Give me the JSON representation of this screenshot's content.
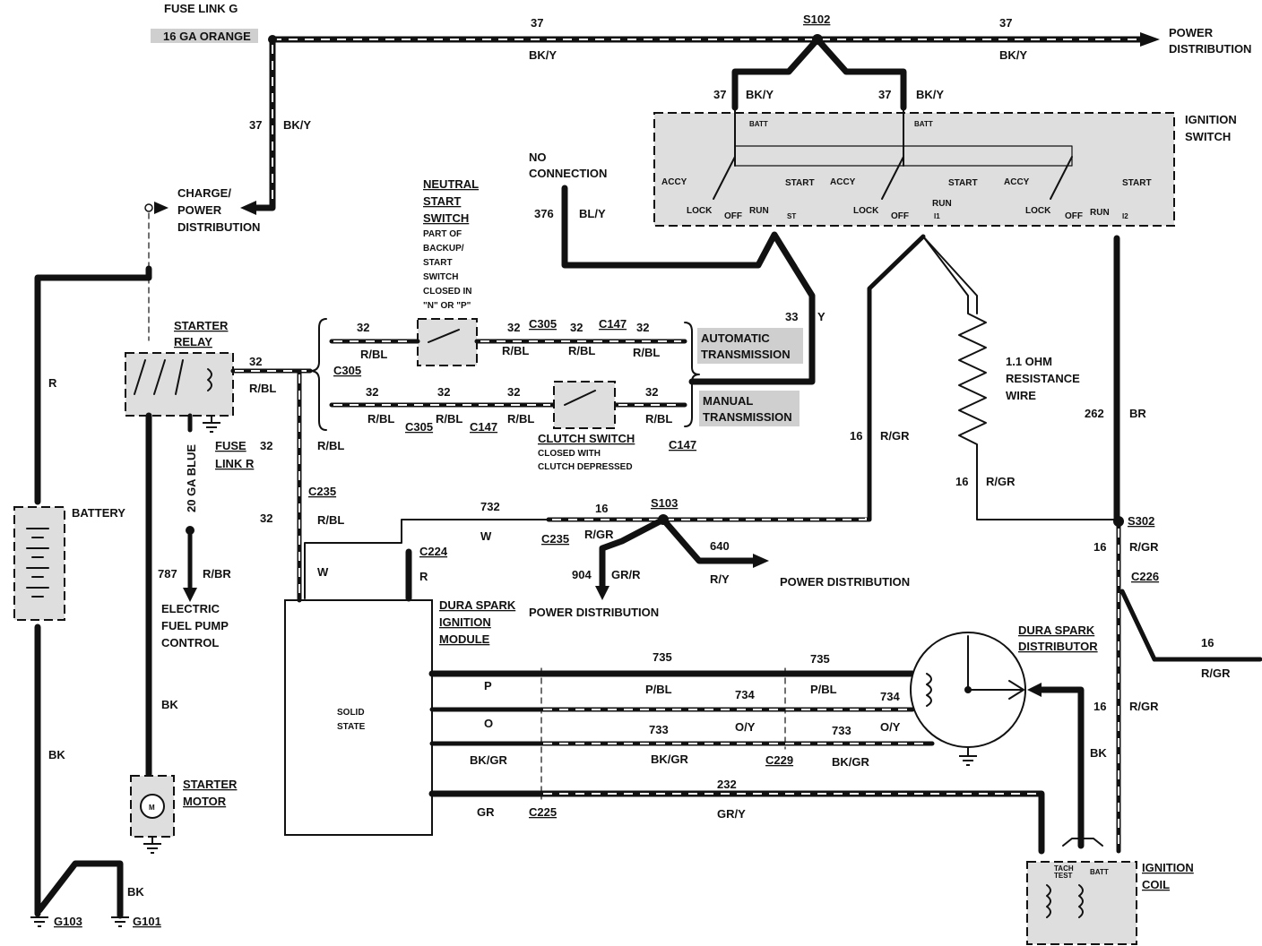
{
  "fuse_link_g": {
    "title": "FUSE LINK G",
    "gauge": "16 GA ORANGE"
  },
  "top_wire": {
    "circuit": "37",
    "color": "BK/Y",
    "circuit2": "37",
    "color2": "BK/Y",
    "splice": "S102",
    "dest": [
      "POWER",
      "DISTRIBUTION"
    ]
  },
  "left_drop": {
    "circuit": "37",
    "color": "BK/Y"
  },
  "charge": {
    "lines": [
      "CHARGE/",
      "POWER",
      "DISTRIBUTION"
    ]
  },
  "switch_feeds": {
    "a_circuit": "37",
    "a_color": "BK/Y",
    "b_circuit": "37",
    "b_color": "BK/Y",
    "batt": "BATT"
  },
  "ignition_switch": {
    "title": [
      "IGNITION",
      "SWITCH"
    ],
    "accy": "ACCY",
    "lock": "LOCK",
    "off": "OFF",
    "run": "RUN",
    "start": "START",
    "st": "ST",
    "i1": "I1",
    "i2": "I2"
  },
  "no_connection": {
    "lines": [
      "NO",
      "CONNECTION"
    ],
    "circuit": "376",
    "color": "BL/Y"
  },
  "y_wire": {
    "circuit": "33",
    "color": "Y"
  },
  "neutral_switch": {
    "title": [
      "NEUTRAL",
      "START",
      "SWITCH"
    ],
    "desc": [
      "PART OF",
      "BACKUP/",
      "START",
      "SWITCH",
      "CLOSED IN",
      "\"N\" OR \"P\""
    ]
  },
  "auto_trans": {
    "lines": [
      "AUTOMATIC",
      "TRANSMISSION"
    ]
  },
  "manual_trans": {
    "lines": [
      "MANUAL",
      "TRANSMISSION"
    ]
  },
  "clutch": {
    "title": "CLUTCH SWITCH",
    "desc": [
      "CLOSED WITH",
      "CLUTCH DEPRESSED"
    ]
  },
  "rbl_labels": {
    "c32": "32",
    "color": "R/BL",
    "c305": "C305",
    "c147": "C147"
  },
  "starter_relay": {
    "title": [
      "STARTER",
      "RELAY"
    ]
  },
  "fuse_link_r": {
    "lines": [
      "FUSE",
      "LINK R"
    ],
    "circuit": "32",
    "gauge": "20 GA BLUE"
  },
  "fuel_pump": {
    "circuit": "787",
    "color": "R/BR",
    "lines": [
      "ELECTRIC",
      "FUEL PUMP",
      "CONTROL"
    ]
  },
  "battery": {
    "label": "BATTERY",
    "r": "R",
    "bk": "BK"
  },
  "starter_motor": {
    "title": [
      "STARTER",
      "MOTOR"
    ],
    "m": "M",
    "bk": "BK"
  },
  "grounds": {
    "g103": "G103",
    "g101": "G101",
    "bk": "BK"
  },
  "c235": {
    "label": "C235",
    "circuit": "32",
    "color": "R/BL",
    "w": "W"
  },
  "c224": {
    "label": "C224",
    "r": "R"
  },
  "s103": {
    "label": "S103",
    "c732": "732",
    "w": "W",
    "c16": "16",
    "rgr": "R/GR",
    "c235": "C235",
    "c904": "904",
    "grr": "GR/R",
    "c640": "640",
    "ry": "R/Y",
    "pd": "POWER DISTRIBUTION",
    "pd2": "POWER DISTRIBUTION"
  },
  "module": {
    "title": [
      "DURA SPARK",
      "IGNITION",
      "MODULE"
    ],
    "body": [
      "SOLID",
      "STATE"
    ]
  },
  "module_wires": {
    "p": "P",
    "o": "O",
    "bkgr": "BK/GR",
    "gr": "GR",
    "c735": "735",
    "pbl": "P/BL",
    "c734": "734",
    "oy": "O/Y",
    "c733": "733",
    "bkgr2": "BK/GR",
    "c232": "232",
    "gry": "GR/Y",
    "c225": "C225",
    "c229": "C229"
  },
  "resistance": {
    "lines": [
      "1.1 OHM",
      "RESISTANCE",
      "WIRE"
    ],
    "circuit": "16",
    "color": "R/GR"
  },
  "rgr16": {
    "circuit": "16",
    "color": "R/GR"
  },
  "br_wire": {
    "circuit": "262",
    "color": "BR"
  },
  "s302": {
    "label": "S302",
    "circuit": "16",
    "color": "R/GR",
    "c226": "C226",
    "right_circuit": "16",
    "right_color": "R/GR",
    "low_circuit": "16",
    "low_color": "R/GR"
  },
  "distributor": {
    "title": [
      "DURA SPARK",
      "DISTRIBUTOR"
    ],
    "bk": "BK"
  },
  "coil": {
    "title": [
      "IGNITION",
      "COIL"
    ],
    "tach": "TACH",
    "test": "TEST",
    "batt": "BATT"
  }
}
